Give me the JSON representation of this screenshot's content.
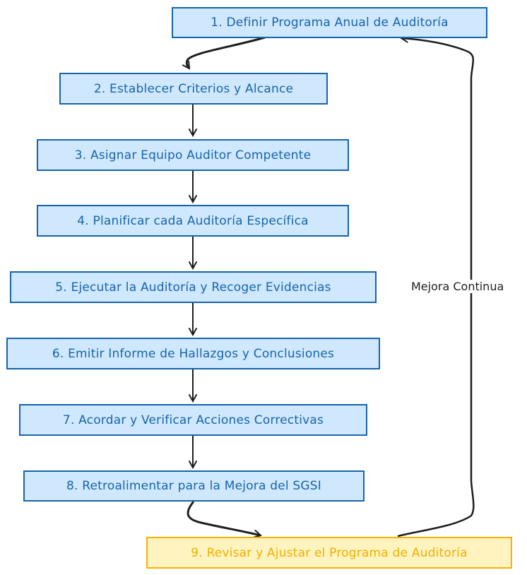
{
  "diagram": {
    "nodes": [
      {
        "id": "n1",
        "label": "1. Definir Programa Anual de Auditoría",
        "style": "blue"
      },
      {
        "id": "n2",
        "label": "2. Establecer Criterios y Alcance",
        "style": "blue"
      },
      {
        "id": "n3",
        "label": "3. Asignar Equipo Auditor Competente",
        "style": "blue"
      },
      {
        "id": "n4",
        "label": "4. Planificar cada Auditoría Específica",
        "style": "blue"
      },
      {
        "id": "n5",
        "label": "5. Ejecutar la Auditoría y Recoger Evidencias",
        "style": "blue"
      },
      {
        "id": "n6",
        "label": "6. Emitir Informe de Hallazgos y Conclusiones",
        "style": "blue"
      },
      {
        "id": "n7",
        "label": "7. Acordar y Verificar Acciones Correctivas",
        "style": "blue"
      },
      {
        "id": "n8",
        "label": "8. Retroalimentar para la Mejora del SGSI",
        "style": "blue"
      },
      {
        "id": "n9",
        "label": "9. Revisar y Ajustar el Programa de Auditoría",
        "style": "yellow"
      }
    ],
    "edges": [
      {
        "from": "n1",
        "to": "n2",
        "label": ""
      },
      {
        "from": "n2",
        "to": "n3",
        "label": ""
      },
      {
        "from": "n3",
        "to": "n4",
        "label": ""
      },
      {
        "from": "n4",
        "to": "n5",
        "label": ""
      },
      {
        "from": "n5",
        "to": "n6",
        "label": ""
      },
      {
        "from": "n6",
        "to": "n7",
        "label": ""
      },
      {
        "from": "n7",
        "to": "n8",
        "label": ""
      },
      {
        "from": "n8",
        "to": "n9",
        "label": ""
      },
      {
        "from": "n9",
        "to": "n1",
        "label": "Mejora Continua"
      }
    ],
    "colors": {
      "blue_fill": "#cfe8fd",
      "blue_stroke": "#1864ab",
      "yellow_fill": "#fff3bf",
      "yellow_stroke": "#fab005",
      "edge": "#1e1e1e"
    }
  }
}
